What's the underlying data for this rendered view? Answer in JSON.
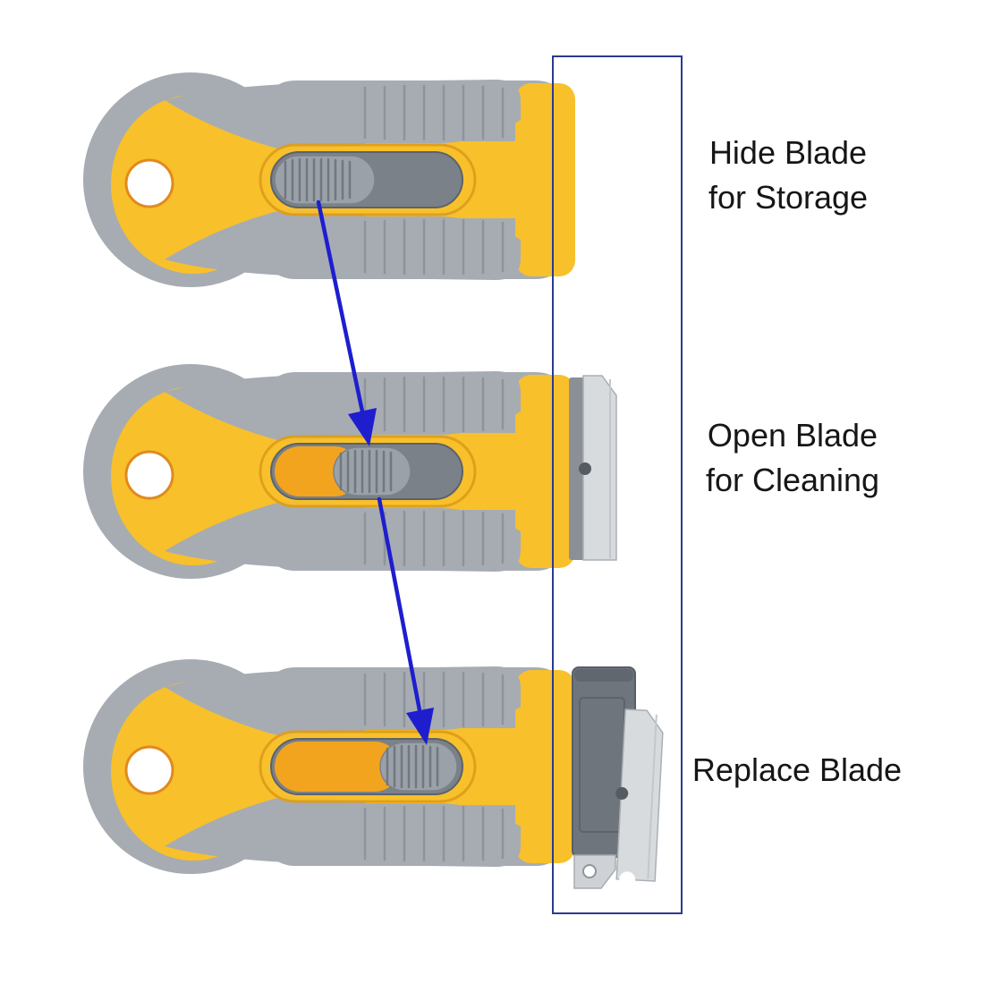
{
  "colors": {
    "bg": "#FFFFFF",
    "ink": "#161616",
    "yellow": "#F8C02B",
    "yellow-deep": "#DE9E1B",
    "hole-rim": "#E08A1E",
    "body-gray": "#A6ACB2",
    "rib-gray": "#8B9198",
    "track-dark": "#7A8188",
    "track-stroke": "#5C626A",
    "slider-gray": "#9AA1A8",
    "slider-ridge": "#71787F",
    "track-orange": "#F3A41E",
    "blade-silver": "#D8DBDE",
    "blade-edge": "#A9AFB5",
    "blade-notch": "#565B61",
    "holder-gray": "#8A9096",
    "carriage-gray": "#6F757C",
    "carriage-dark": "#585E65",
    "bracket-silver": "#CED2D6",
    "arrow-blue": "#1E1ECF",
    "box-blue": "#2C3A90"
  },
  "figure": {
    "steps": [
      {
        "label_line1": "Hide Blade",
        "label_line2": "for Storage",
        "slider_position": "rear",
        "blade_state": "hidden"
      },
      {
        "label_line1": "Open Blade",
        "label_line2": "for Cleaning",
        "slider_position": "middle",
        "blade_state": "extended"
      },
      {
        "label_line1": "Replace Blade",
        "label_line2": "",
        "slider_position": "front",
        "blade_state": "replacement blade shown"
      }
    ]
  }
}
